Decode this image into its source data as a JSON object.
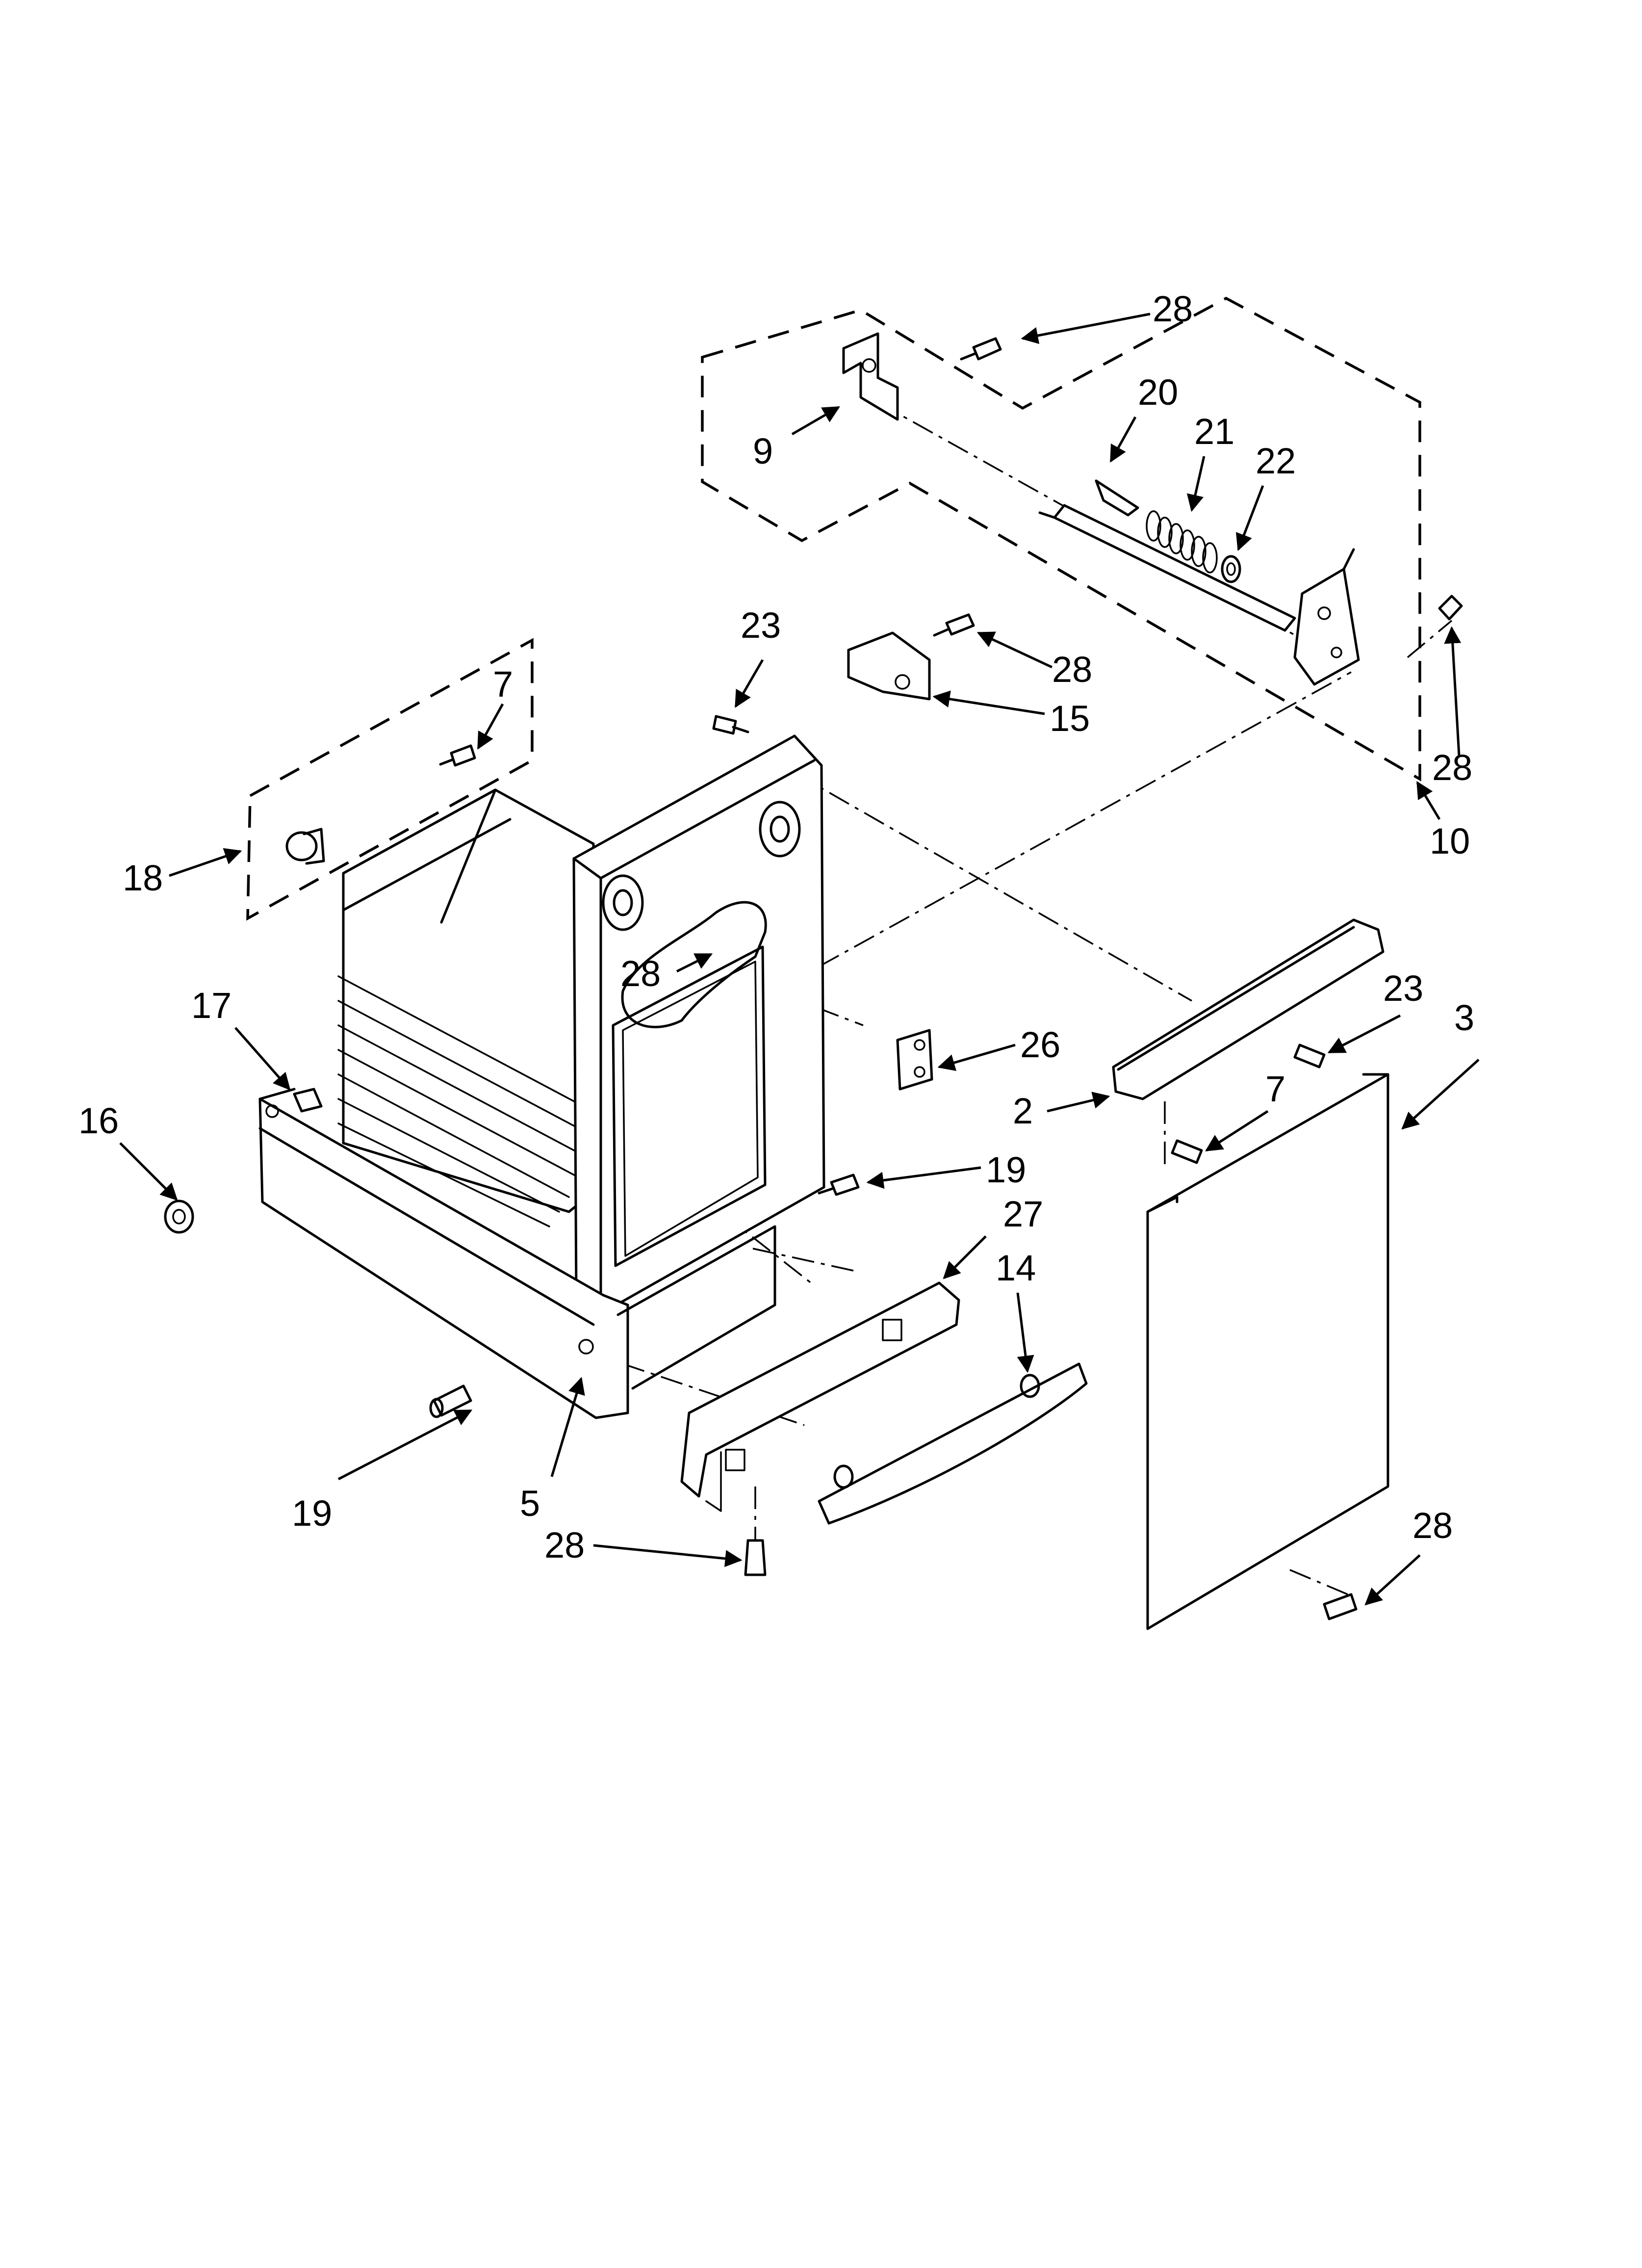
{
  "labels": {
    "l1": "28",
    "l2": "9",
    "l3": "20",
    "l4": "21",
    "l5": "22",
    "l6": "23",
    "l7": "28",
    "l8": "15",
    "l9": "7",
    "l10": "28",
    "l11": "10",
    "l12": "18",
    "l13": "28",
    "l14": "26",
    "l15": "23",
    "l16": "3",
    "l17": "17",
    "l18": "2",
    "l19": "7",
    "l20": "16",
    "l21": "19",
    "l22": "27",
    "l23": "14",
    "l24": "19",
    "l25": "5",
    "l26": "28",
    "l27": "28"
  }
}
